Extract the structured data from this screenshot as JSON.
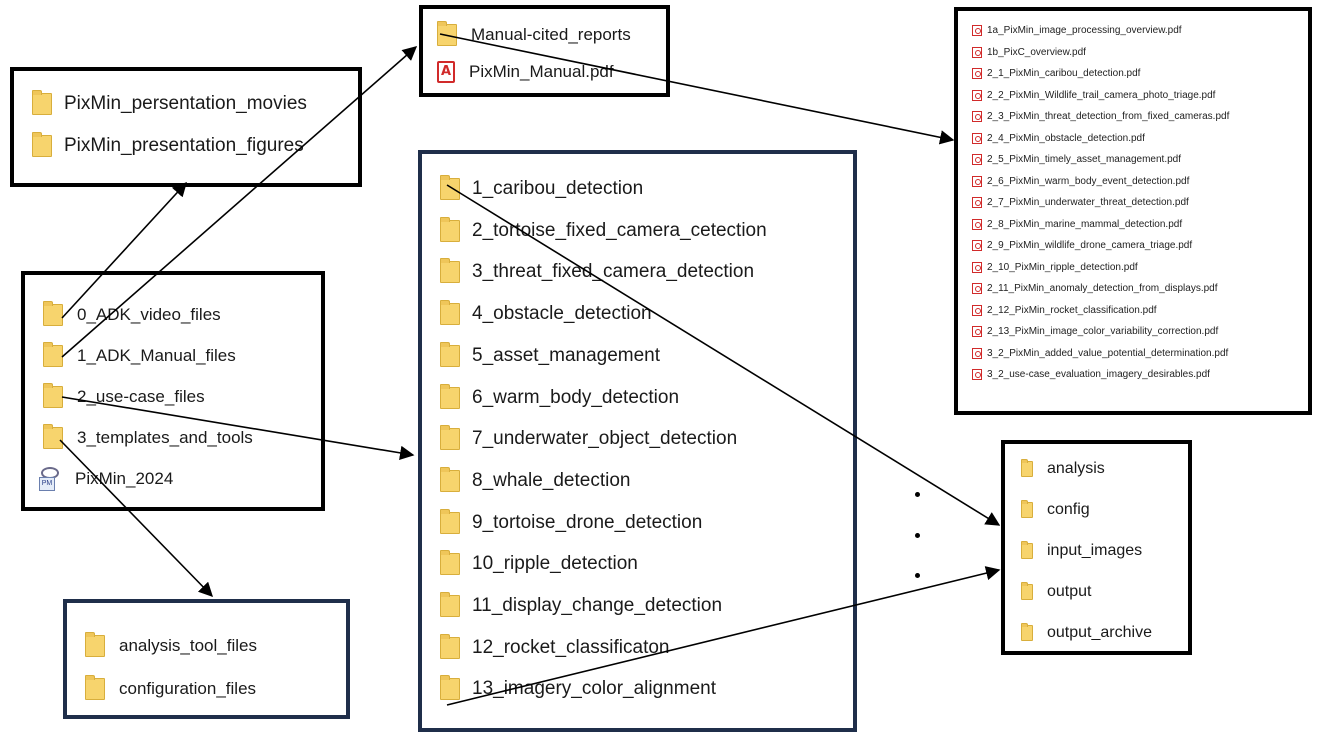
{
  "top_box": {
    "items": [
      {
        "type": "folder",
        "label": "Manual-cited_reports"
      },
      {
        "type": "pdf",
        "label": "PixMin_Manual.pdf"
      }
    ]
  },
  "presentation_box": {
    "items": [
      "PixMin_persentation_movies",
      "PixMin_presentation_figures"
    ]
  },
  "root_box": {
    "items": [
      {
        "type": "folder",
        "label": "0_ADK_video_files"
      },
      {
        "type": "folder",
        "label": "1_ADK_Manual_files"
      },
      {
        "type": "folder",
        "label": "2_use-case_files"
      },
      {
        "type": "folder",
        "label": "3_templates_and_tools"
      },
      {
        "type": "app",
        "label": "PixMin_2024"
      }
    ]
  },
  "tools_box": {
    "items": [
      "analysis_tool_files",
      "configuration_files"
    ]
  },
  "usecase_box": {
    "items": [
      "1_caribou_detection",
      "2_tortoise_fixed_camera_cetection",
      "3_threat_fixed_camera_detection",
      "4_obstacle_detection",
      "5_asset_management",
      "6_warm_body_detection",
      "7_underwater_object_detection",
      "8_whale_detection",
      "9_tortoise_drone_detection",
      "10_ripple_detection",
      "11_display_change_detection",
      "12_rocket_classificaton",
      "13_imagery_color_alignment"
    ]
  },
  "reports_box": {
    "items": [
      "1a_PixMin_image_processing_overview.pdf",
      "1b_PixC_overview.pdf",
      "2_1_PixMin_caribou_detection.pdf",
      "2_2_PixMin_Wildlife_trail_camera_photo_triage.pdf",
      "2_3_PixMin_threat_detection_from_fixed_cameras.pdf",
      "2_4_PixMin_obstacle_detection.pdf",
      "2_5_PixMin_timely_asset_management.pdf",
      "2_6_PixMin_warm_body_event_detection.pdf",
      "2_7_PixMin_underwater_threat_detection.pdf",
      "2_8_PixMin_marine_mammal_detection.pdf",
      "2_9_PixMin_wildlife_drone_camera_triage.pdf",
      "2_10_PixMin_ripple_detection.pdf",
      "2_11_PixMin_anomaly_detection_from_displays.pdf",
      "2_12_PixMin_rocket_classification.pdf",
      "2_13_PixMin_image_color_variability_correction.pdf",
      "3_2_PixMin_added_value_potential_determination.pdf",
      "3_2_use-case_evaluation_imagery_desirables.pdf"
    ]
  },
  "subfolder_box": {
    "items": [
      "analysis",
      "config",
      "input_images",
      "output",
      "output_archive"
    ]
  },
  "colors": {
    "folder_fill": "#f7d46d",
    "pdf_red": "#d12a2a",
    "box_border_black": "#000000",
    "box_border_navy": "#1f2e4a"
  }
}
